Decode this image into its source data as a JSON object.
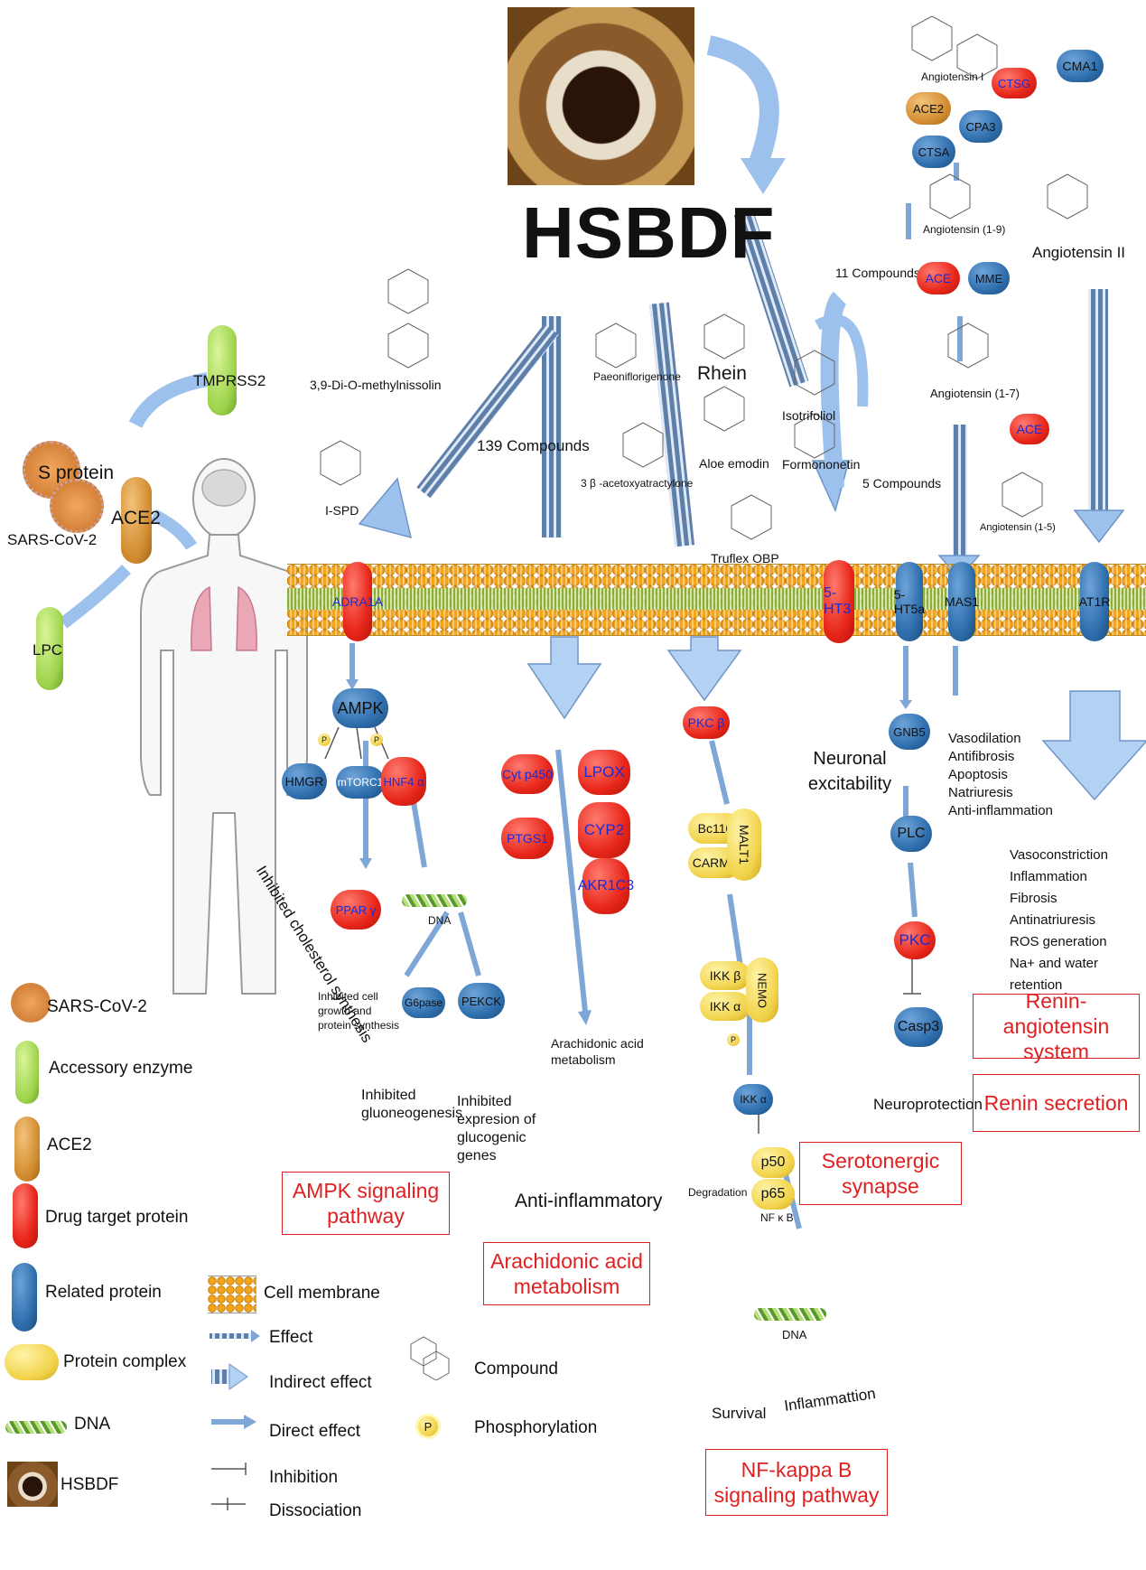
{
  "title": "HSBDF",
  "top": {
    "compounds_139": "139 Compounds",
    "compound_names": [
      "3,9-Di-O-methylnissolin",
      "I-SPD",
      "Paeoniflorigenone",
      "Rhein",
      "3 β -acetoxyatractylone",
      "Aloe emodin",
      "Truflex OBP",
      "Isotrifoliol",
      "Formononetin"
    ],
    "compounds_11": "11 Compounds",
    "compounds_5": "5 Compounds"
  },
  "ras": {
    "angiotensin_i": "Angiotensin I",
    "angiotensin_19": "Angiotensin (1-9)",
    "angiotensin_ii": "Angiotensin II",
    "angiotensin_17": "Angiotensin (1-7)",
    "angiotensin_15": "Angiotensin (1-5)",
    "proteins": [
      "CTSG",
      "CMA1",
      "ACE2",
      "CPA3",
      "CTSA",
      "ACE",
      "MME",
      "ACE"
    ]
  },
  "sars": {
    "tmprss2": "TMPRSS2",
    "s_protein": "S protein",
    "ace2": "ACE2",
    "sars": "SARS-CoV-2",
    "lpc": "LPC"
  },
  "membrane_proteins": [
    "ADRA1A",
    "5-HT3",
    "5-HT5a",
    "MAS1",
    "AT1R"
  ],
  "ampk": {
    "ampk": "AMPK",
    "hmgr": "HMGR",
    "mtorc1": "mTORC1",
    "hnf4a": "HNF4 α",
    "ppar": "PPAR γ",
    "dna": "DNA",
    "g6pase": "G6pase",
    "pekck": "PEKCK",
    "chol": "Inhibited cholesterol synthesis",
    "cell_growth": "Inhibited cell growth and protein synthesis",
    "gluco": "Inhibited gluoneogenesis",
    "expr": "Inhibited expresion of glucogenic genes",
    "p": "P"
  },
  "arachidonic": {
    "proteins": [
      "Cyt p450",
      "LPOX",
      "PTGS1",
      "CYP2",
      "AKR1C3"
    ],
    "metab": "Arachidonic acid metabolism",
    "anti": "Anti-inflammatory"
  },
  "nfkb": {
    "pkcb": "PKC β",
    "bc110": "Bc110",
    "carma": "CARMA",
    "malt1": "MALT1",
    "ikkb": "IKK β",
    "ikka": "IKK α",
    "nemo": "NEMO",
    "ikka2": "IKK α",
    "degradation": "Degradation",
    "p50": "p50",
    "p65": "p65",
    "nfkb": "NF κ B",
    "dna": "DNA",
    "survival": "Survival",
    "inflam": "Inflammattion",
    "p": "P"
  },
  "serotonergic": {
    "neuronal": "Neuronal excitability",
    "gnb5": "GNB5",
    "plc": "PLC",
    "pkc": "PKC",
    "casp3": "Casp3",
    "neuro": "Neuroprotection"
  },
  "mas1_effects": [
    "Vasodilation",
    "Antifibrosis",
    "Apoptosis",
    "Natriuresis",
    "Anti-inflammation"
  ],
  "at1r_effects": [
    "Vasoconstriction",
    "Inflammation",
    "Fibrosis",
    "Antinatriuresis",
    "ROS generation",
    "Na+ and water retention"
  ],
  "pathways": {
    "ampk": "AMPK signaling pathway",
    "arach": "Arachidonic acid metabolism",
    "nfkb": "NF-kappa B signaling pathway",
    "sero": "Serotonergic synapse",
    "ras": "Renin-angiotensin system",
    "renin": "Renin secretion"
  },
  "legend": {
    "sars": "SARS-CoV-2",
    "accessory": "Accessory enzyme",
    "ace2": "ACE2",
    "drug": "Drug target protein",
    "related": "Related protein",
    "complex": "Protein complex",
    "dna": "DNA",
    "hsbdf": "HSBDF",
    "membrane": "Cell membrane",
    "effect": "Effect",
    "indirect": "Indirect effect",
    "direct": "Direct effect",
    "inhibition": "Inhibition",
    "dissociation": "Dissociation",
    "compound": "Compound",
    "phos": "Phosphorylation",
    "p": "P"
  }
}
